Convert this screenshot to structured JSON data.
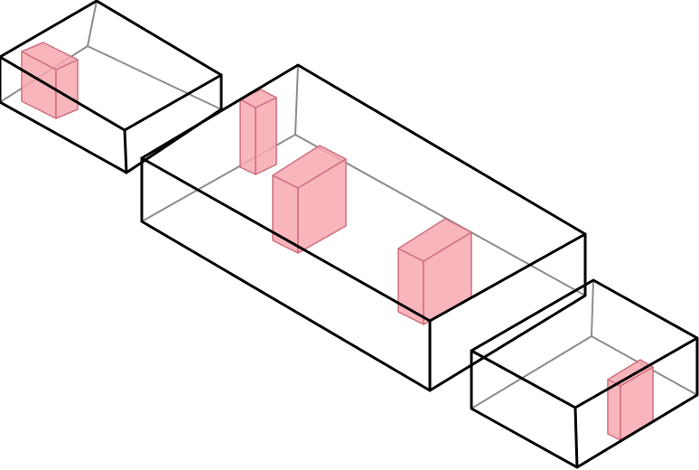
{
  "diagram": {
    "colors": {
      "background": "#ffffff",
      "container_edge": "#000000",
      "hidden_edge": "#8c8c8c",
      "item_fill": "#f7a8b0",
      "item_stroke": "#cf6f7c"
    },
    "containers": [
      {
        "id": "left-box",
        "items": 1
      },
      {
        "id": "center-box",
        "items": 3
      },
      {
        "id": "right-box",
        "items": 1
      }
    ]
  }
}
